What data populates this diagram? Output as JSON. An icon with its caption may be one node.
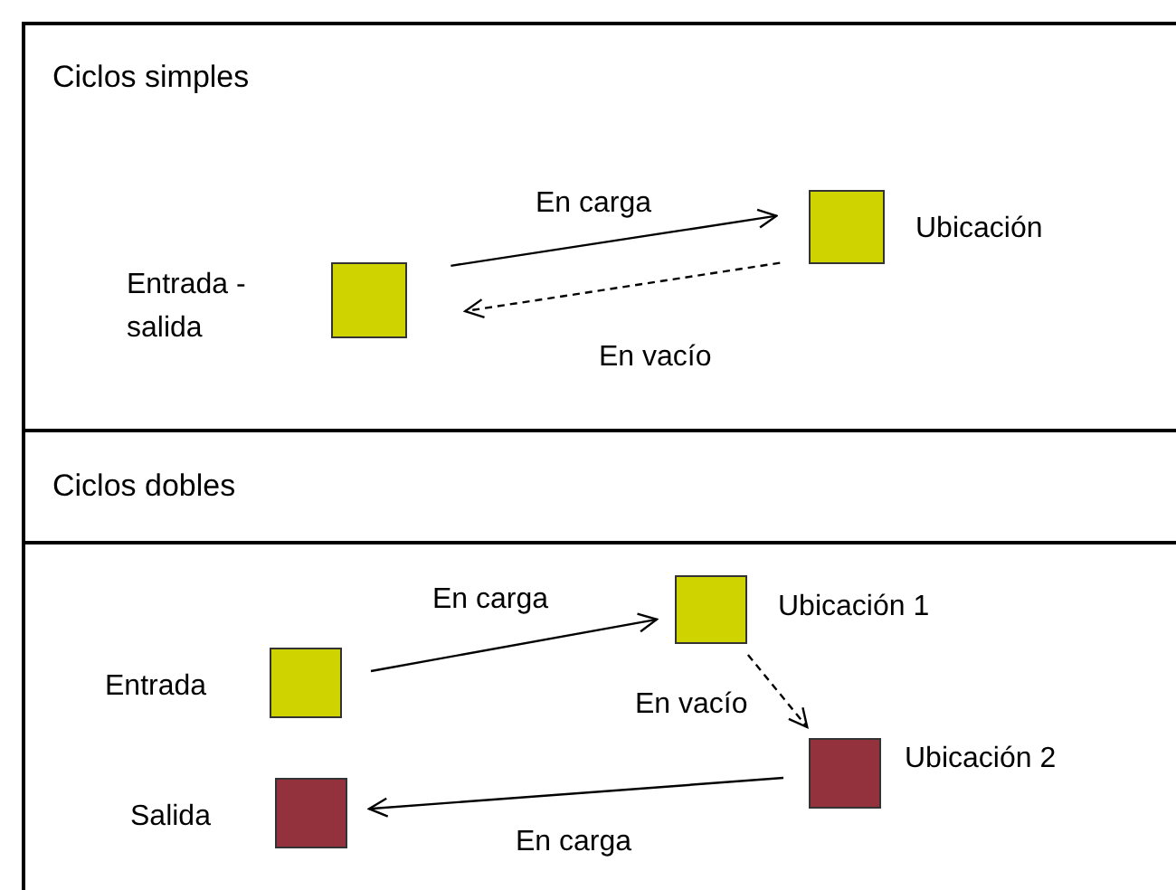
{
  "diagram": {
    "nodes": [
      {
        "text": [
          "Ciclos simples"
        ]
      },
      {
        "text": [],
        "shape": "box",
        "beside": [
          "Entrada - salida"
        ]
      },
      {
        "text": [],
        "shape": "box",
        "beside": [
          "Ubicación"
        ]
      },
      {
        "text": [
          "Ciclos dobles"
        ]
      },
      {
        "text": [],
        "shape": "box",
        "beside": [
          "Entrada"
        ]
      },
      {
        "text": [],
        "shape": "box",
        "beside": [
          "Ubicación 1"
        ]
      },
      {
        "text": [],
        "shape": "box",
        "beside": [
          "Ubicación 2"
        ]
      },
      {
        "text": [],
        "shape": "box",
        "beside": [
          "Salida"
        ]
      }
    ],
    "edges": [
      {
        "from": 1,
        "to": 2,
        "arrow": "to",
        "label": "En carga"
      },
      {
        "from": 2,
        "to": 1,
        "arrow": "to",
        "label": "En vacío",
        "style": "dashed"
      },
      {
        "from": 4,
        "to": 5,
        "arrow": "to",
        "label": "En carga"
      },
      {
        "from": 5,
        "to": 6,
        "arrow": "to",
        "label": "En vacío",
        "style": "dashed"
      },
      {
        "from": 6,
        "to": 7,
        "arrow": "to",
        "label": "En carga"
      }
    ]
  }
}
